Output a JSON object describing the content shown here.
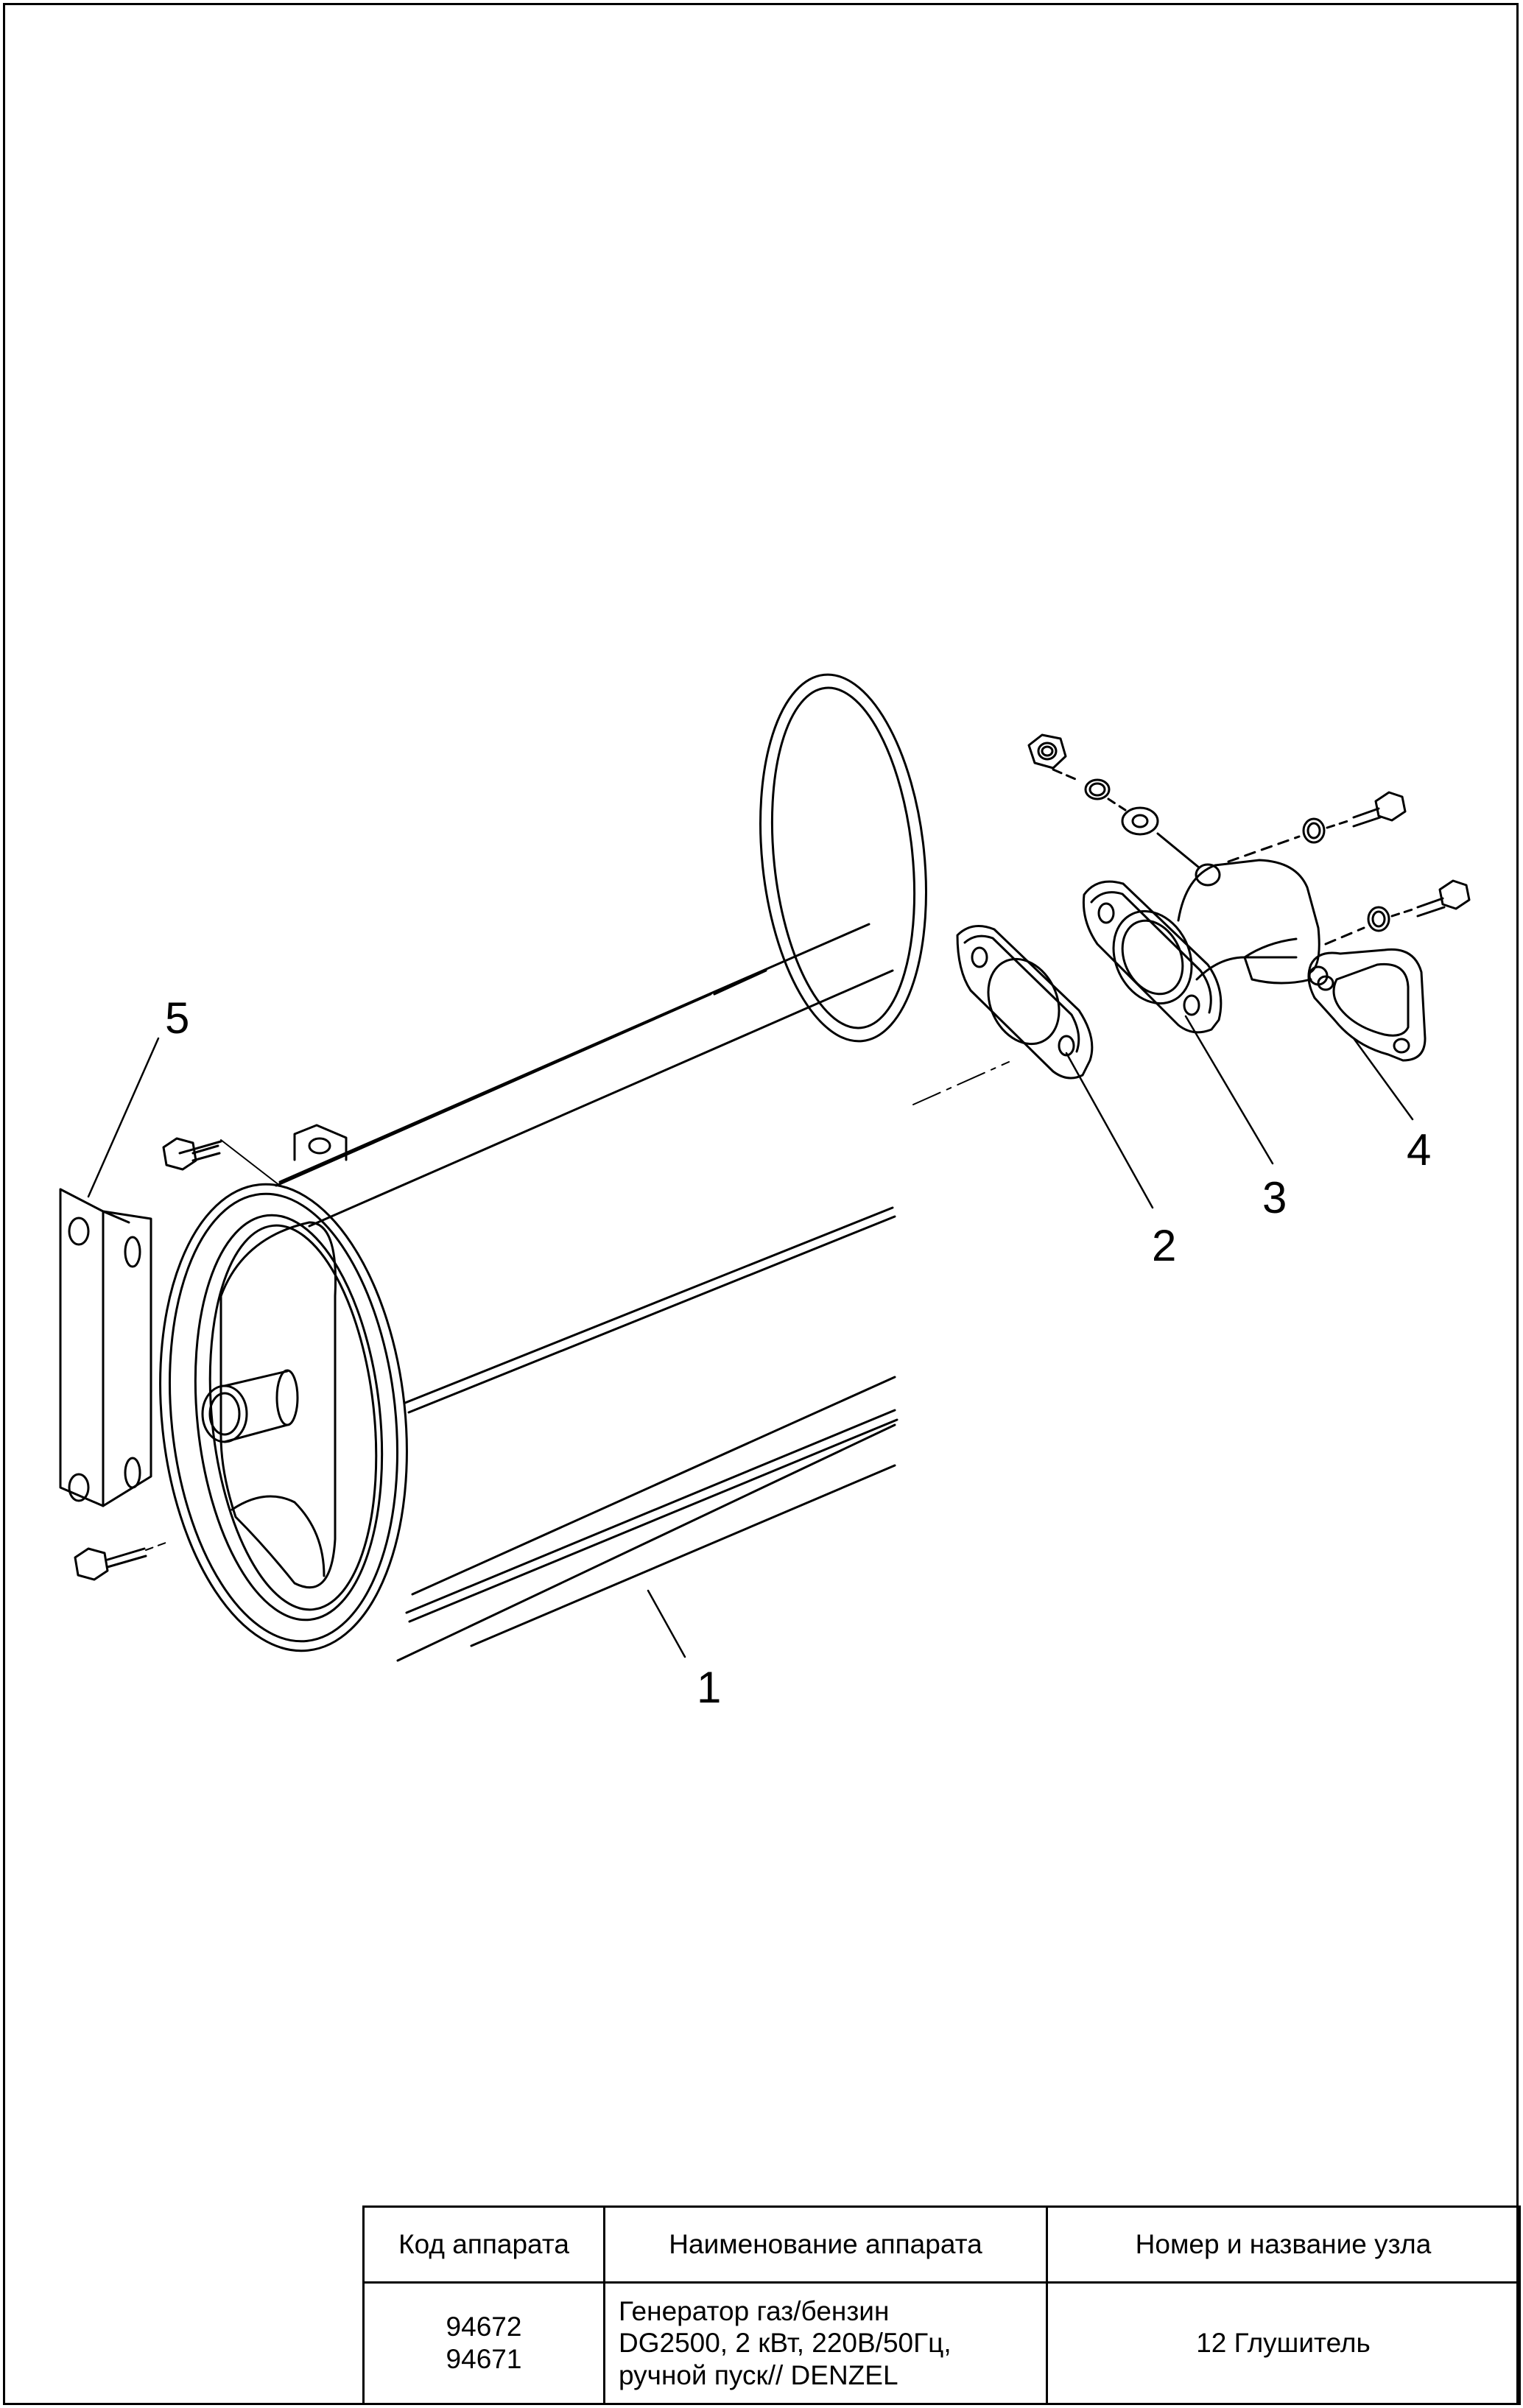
{
  "callouts": [
    {
      "id": "1",
      "label": "1"
    },
    {
      "id": "2",
      "label": "2"
    },
    {
      "id": "3",
      "label": "3"
    },
    {
      "id": "4",
      "label": "4"
    },
    {
      "id": "5",
      "label": "5"
    }
  ],
  "title_block": {
    "headers": {
      "code": "Код аппарата",
      "name": "Наименование аппарата",
      "assembly": "Номер и название узла"
    },
    "row": {
      "codes": [
        "94672",
        "94671"
      ],
      "name_lines": [
        "Генератор газ/бензин",
        "DG2500, 2 кВт, 220В/50Гц,",
        "ручной пуск// DENZEL"
      ],
      "assembly": "12 Глушитель"
    }
  }
}
